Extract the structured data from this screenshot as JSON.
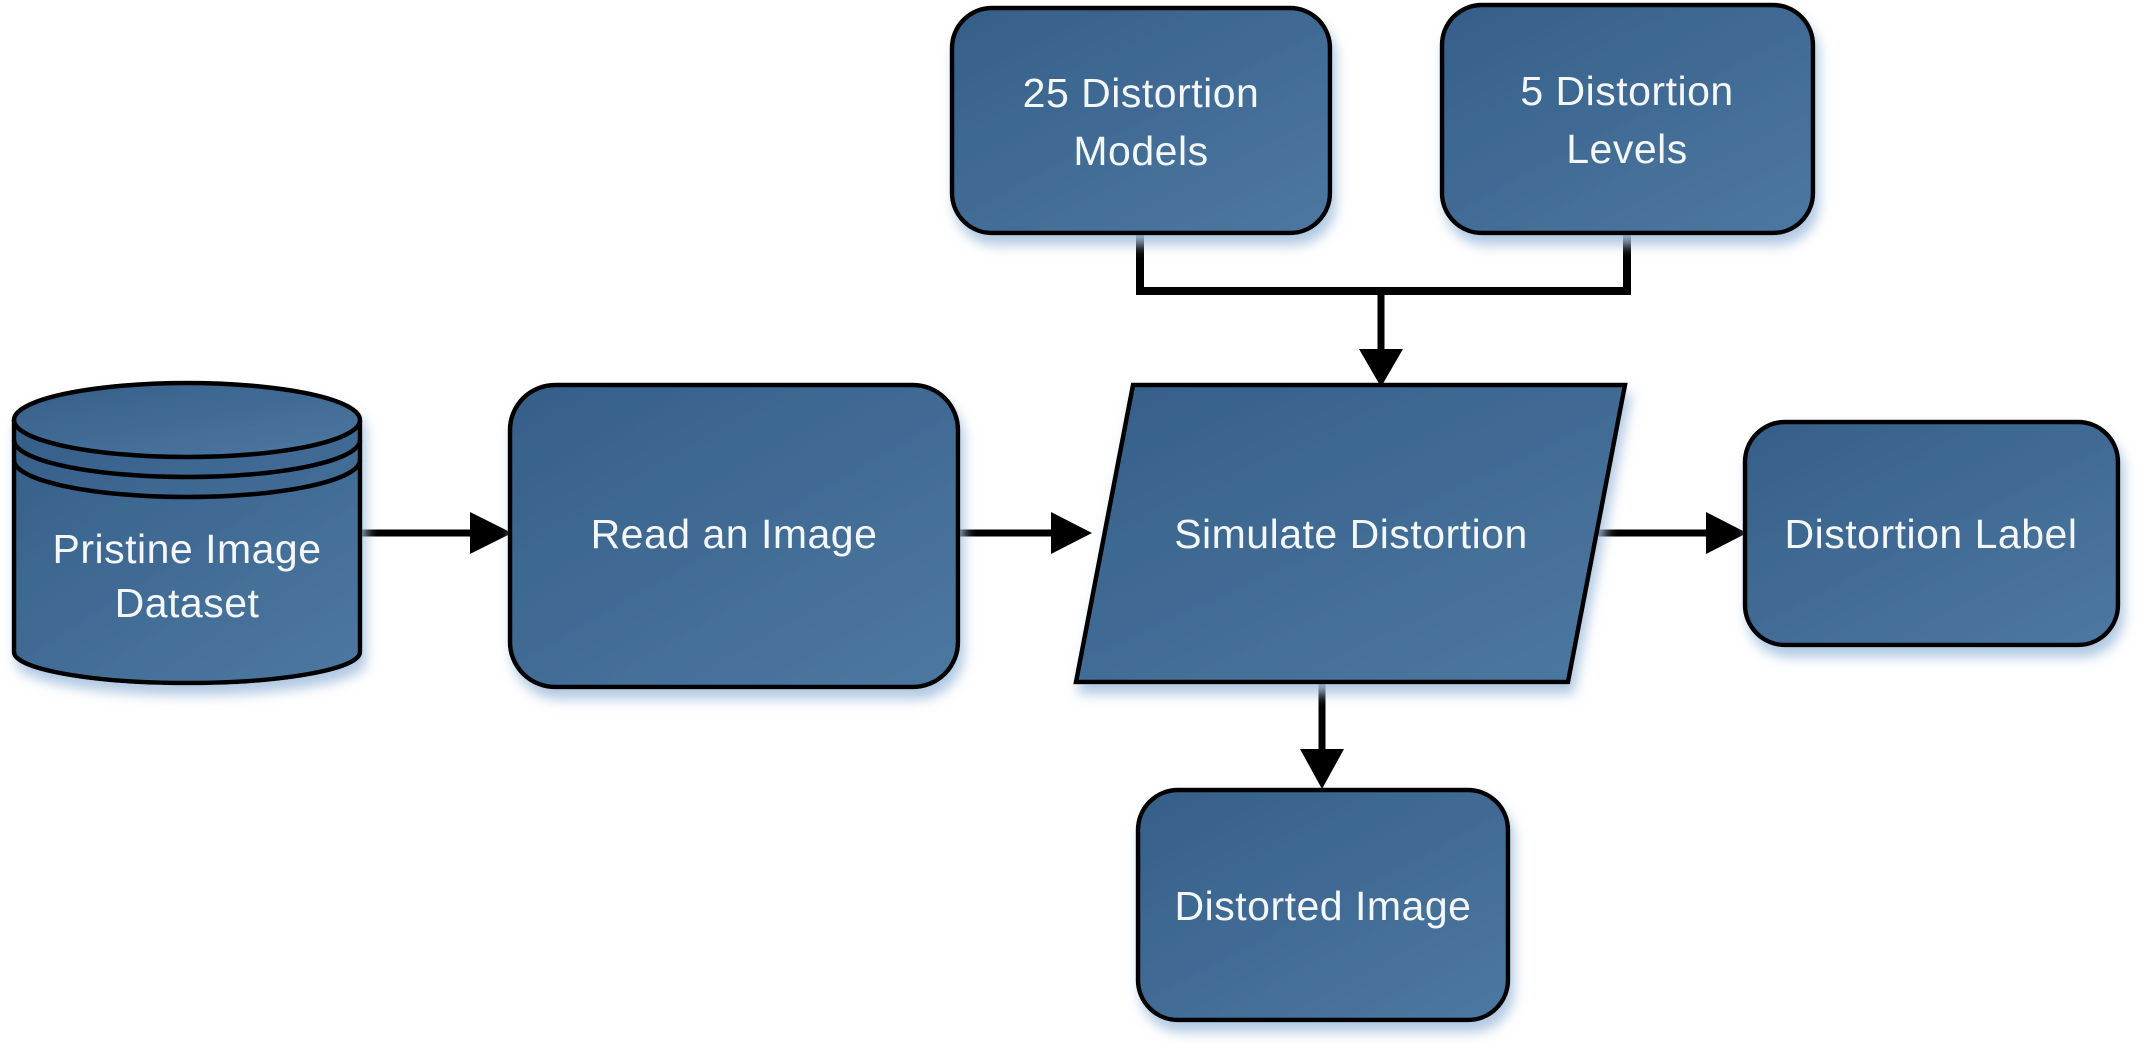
{
  "diagram": {
    "colors": {
      "background": "#ffffff",
      "node_fill_top": "#355f89",
      "node_fill_bottom": "#4b769f",
      "node_border": "#000000",
      "node_text": "#f4f7fa",
      "connector": "#000000",
      "shadow": "#a9c3df"
    },
    "nodes": {
      "pristine_dataset": {
        "shape": "cylinder",
        "lines": [
          "Pristine Image",
          "Dataset"
        ]
      },
      "read_image": {
        "shape": "rounded-rect",
        "lines": [
          "Read an Image"
        ]
      },
      "distortion_models": {
        "shape": "rounded-rect",
        "lines": [
          "25 Distortion",
          "Models"
        ]
      },
      "distortion_levels": {
        "shape": "rounded-rect",
        "lines": [
          "5 Distortion",
          "Levels"
        ]
      },
      "simulate_distortion": {
        "shape": "parallelogram",
        "lines": [
          "Simulate Distortion"
        ]
      },
      "distortion_label": {
        "shape": "rounded-rect",
        "lines": [
          "Distortion Label"
        ]
      },
      "distorted_image": {
        "shape": "rounded-rect",
        "lines": [
          "Distorted Image"
        ]
      }
    },
    "edges": [
      {
        "from": "pristine_dataset",
        "to": "read_image"
      },
      {
        "from": "read_image",
        "to": "simulate_distortion"
      },
      {
        "from": "distortion_models",
        "to": "simulate_distortion"
      },
      {
        "from": "distortion_levels",
        "to": "simulate_distortion"
      },
      {
        "from": "simulate_distortion",
        "to": "distortion_label"
      },
      {
        "from": "simulate_distortion",
        "to": "distorted_image"
      }
    ]
  }
}
